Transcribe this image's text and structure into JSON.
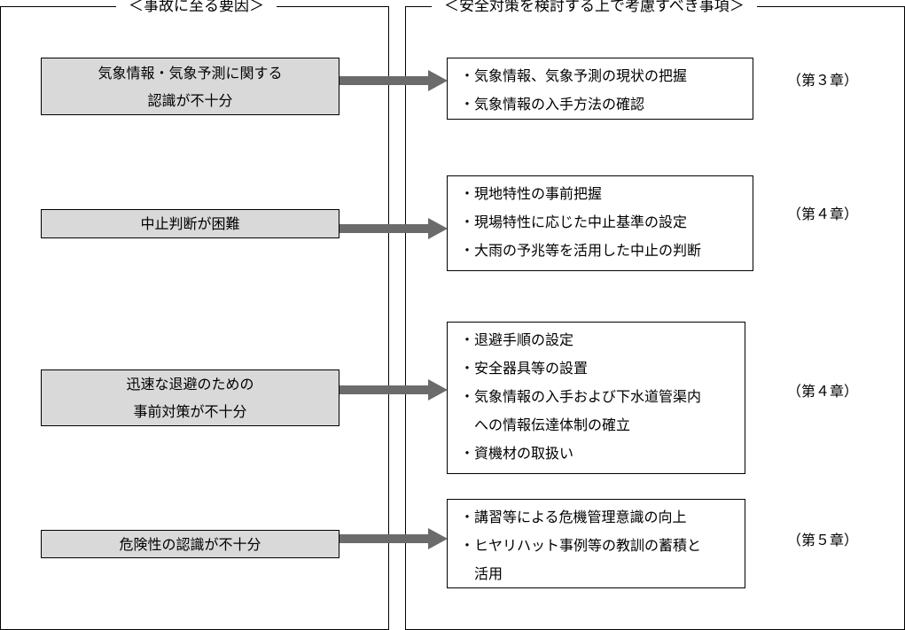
{
  "headers": {
    "left": "＜事故に至る要因＞",
    "right": "＜安全対策を検討する上で考慮すべき事項＞"
  },
  "rows": [
    {
      "factor_lines": [
        "気象情報・気象予測に関する",
        "認識が不十分"
      ],
      "items": [
        {
          "bullet": "・",
          "text": "気象情報、気象予測の現状の把握"
        },
        {
          "bullet": "・",
          "text": "気象情報の入手方法の確認"
        }
      ],
      "chapter": "（第３章）"
    },
    {
      "factor_lines": [
        "中止判断が困難"
      ],
      "items": [
        {
          "bullet": "・",
          "text": "現地特性の事前把握"
        },
        {
          "bullet": "・",
          "text": "現場特性に応じた中止基準の設定"
        },
        {
          "bullet": "・",
          "text": "大雨の予兆等を活用した中止の判断"
        }
      ],
      "chapter": "（第４章）"
    },
    {
      "factor_lines": [
        "迅速な退避のための",
        "事前対策が不十分"
      ],
      "items": [
        {
          "bullet": "・",
          "text": "退避手順の設定"
        },
        {
          "bullet": "・",
          "text": "安全器具等の設置"
        },
        {
          "bullet": "・",
          "text": "気象情報の入手および下水道管渠内"
        },
        {
          "bullet": "",
          "text": "への情報伝達体制の確立"
        },
        {
          "bullet": "・",
          "text": "資機材の取扱い"
        }
      ],
      "chapter": "（第４章）"
    },
    {
      "factor_lines": [
        "危険性の認識が不十分"
      ],
      "items": [
        {
          "bullet": "・",
          "text": "講習等による危機管理意識の向上"
        },
        {
          "bullet": "・",
          "text": "ヒヤリハット事例等の教訓の蓄積と"
        },
        {
          "bullet": "",
          "text": "活用"
        }
      ],
      "chapter": "（第５章）"
    }
  ],
  "colors": {
    "factor_fill": "#d9d9d9",
    "arrow": "#6b6b6b",
    "border": "#000000"
  }
}
